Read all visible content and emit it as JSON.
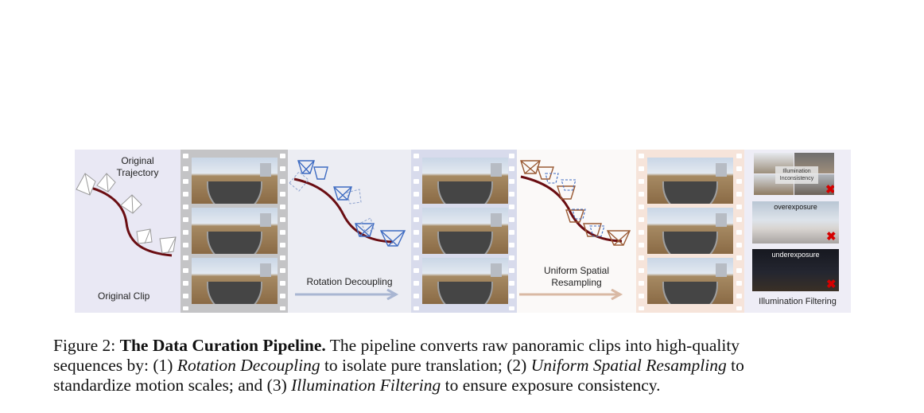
{
  "panels": {
    "original": {
      "title_line1": "Original",
      "title_line2": "Trajectory",
      "footer": "Original Clip"
    },
    "rotation": {
      "arrow_label": "Rotation Decoupling"
    },
    "resampling": {
      "arrow_label_line1": "Uniform Spatial",
      "arrow_label_line2": "Resampling"
    },
    "illumination": {
      "inconsistency_label_line1": "Illumination",
      "inconsistency_label_line2": "Inconsistency",
      "over_label": "overexposure",
      "under_label": "underexposure",
      "footer": "Illumination Filtering"
    }
  },
  "caption": {
    "prefix": "Figure 2: ",
    "title": "The Data Curation Pipeline.",
    "text1": " The pipeline converts raw panoramic clips into high-quality",
    "text2": "sequences by: (1) ",
    "step1": "Rotation Decoupling",
    "text3": " to isolate pure translation; (2) ",
    "step2": "Uniform Spatial Resampling",
    "text4": " to",
    "text5": "standardize motion scales; and (3) ",
    "step3": "Illumination Filtering",
    "text6": " to ensure exposure consistency."
  },
  "colors": {
    "trajectory": "#6a0d12",
    "rotation_blue": "#3f6cc2",
    "resample_brown": "#9a5a34",
    "arrow_blue": "#a9b6d2",
    "arrow_tan": "#d9b9a4",
    "reject_red": "#d50000"
  },
  "icons": {
    "camera": "camera-frustum-icon",
    "reject": "red-x-icon"
  }
}
